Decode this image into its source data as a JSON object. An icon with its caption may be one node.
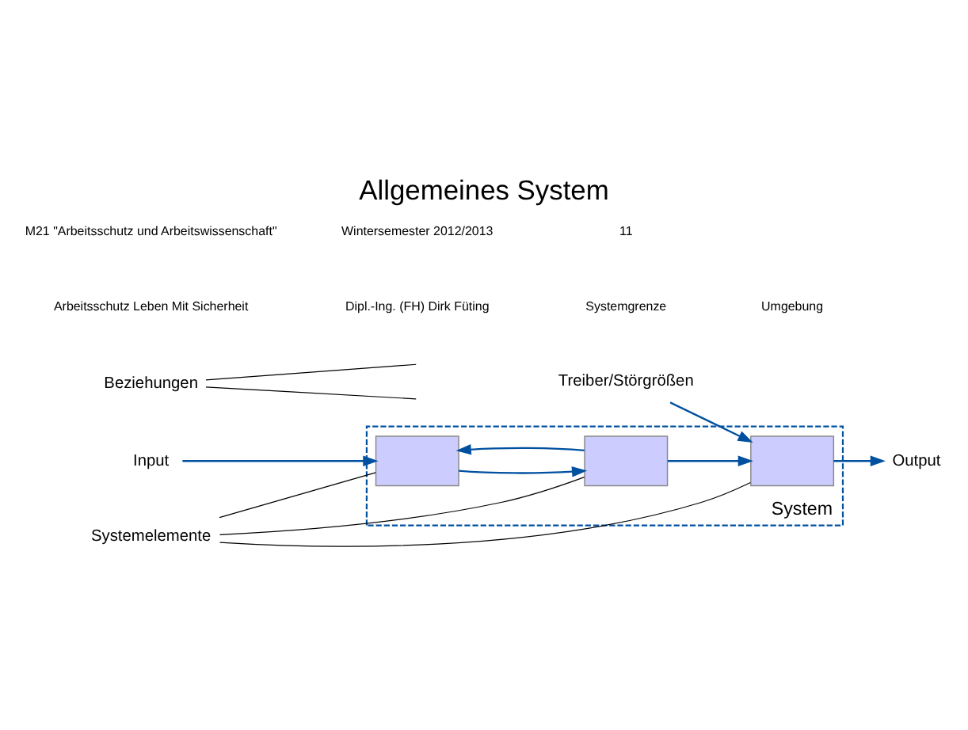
{
  "diagram": {
    "title": "Allgemeines System",
    "nodes": [
      {
        "text": [
          "System"
        ]
      },
      {
        "text": [],
        "shape": "box",
        "in": 0
      },
      {
        "text": [],
        "shape": "box",
        "in": 0
      },
      {
        "text": [],
        "shape": "box",
        "in": 0
      },
      {
        "text": [
          "Input"
        ]
      },
      {
        "text": [
          "Output"
        ]
      },
      {
        "text": [
          "Treiber/Störgrößen"
        ]
      },
      {
        "text": [
          "Beziehungen"
        ]
      },
      {
        "text": [
          "Systemelemente"
        ]
      }
    ],
    "edges": [
      {
        "from": 4,
        "to": 1,
        "arrow": "to"
      },
      {
        "from": 1,
        "to": 2,
        "arrow": "to"
      },
      {
        "from": 2,
        "to": 1,
        "arrow": "to"
      },
      {
        "from": 2,
        "to": 3,
        "arrow": "to"
      },
      {
        "from": 3,
        "to": 5,
        "arrow": "to"
      },
      {
        "from": 6,
        "to": 3,
        "arrow": "to"
      },
      {
        "from": 7,
        "to": null,
        "arrow": "none",
        "color": "#000000"
      },
      {
        "from": 7,
        "to": null,
        "arrow": "none",
        "color": "#000000"
      },
      {
        "from": 8,
        "to": 1,
        "arrow": "none",
        "color": "#000000"
      },
      {
        "from": 8,
        "to": 2,
        "arrow": "none",
        "color": "#000000"
      },
      {
        "from": 8,
        "to": 3,
        "arrow": "none",
        "color": "#000000"
      }
    ],
    "labels": [
      "Arbeitsschutz Leben Mit Sicherheit",
      "Dipl.-Ing. (FH) Dirk Füting",
      "Systemgrenze",
      "Umgebung",
      "M21 \"Arbeitsschutz und Arbeitswissenschaft\"",
      "Wintersemester 2012/2013",
      "11"
    ]
  }
}
